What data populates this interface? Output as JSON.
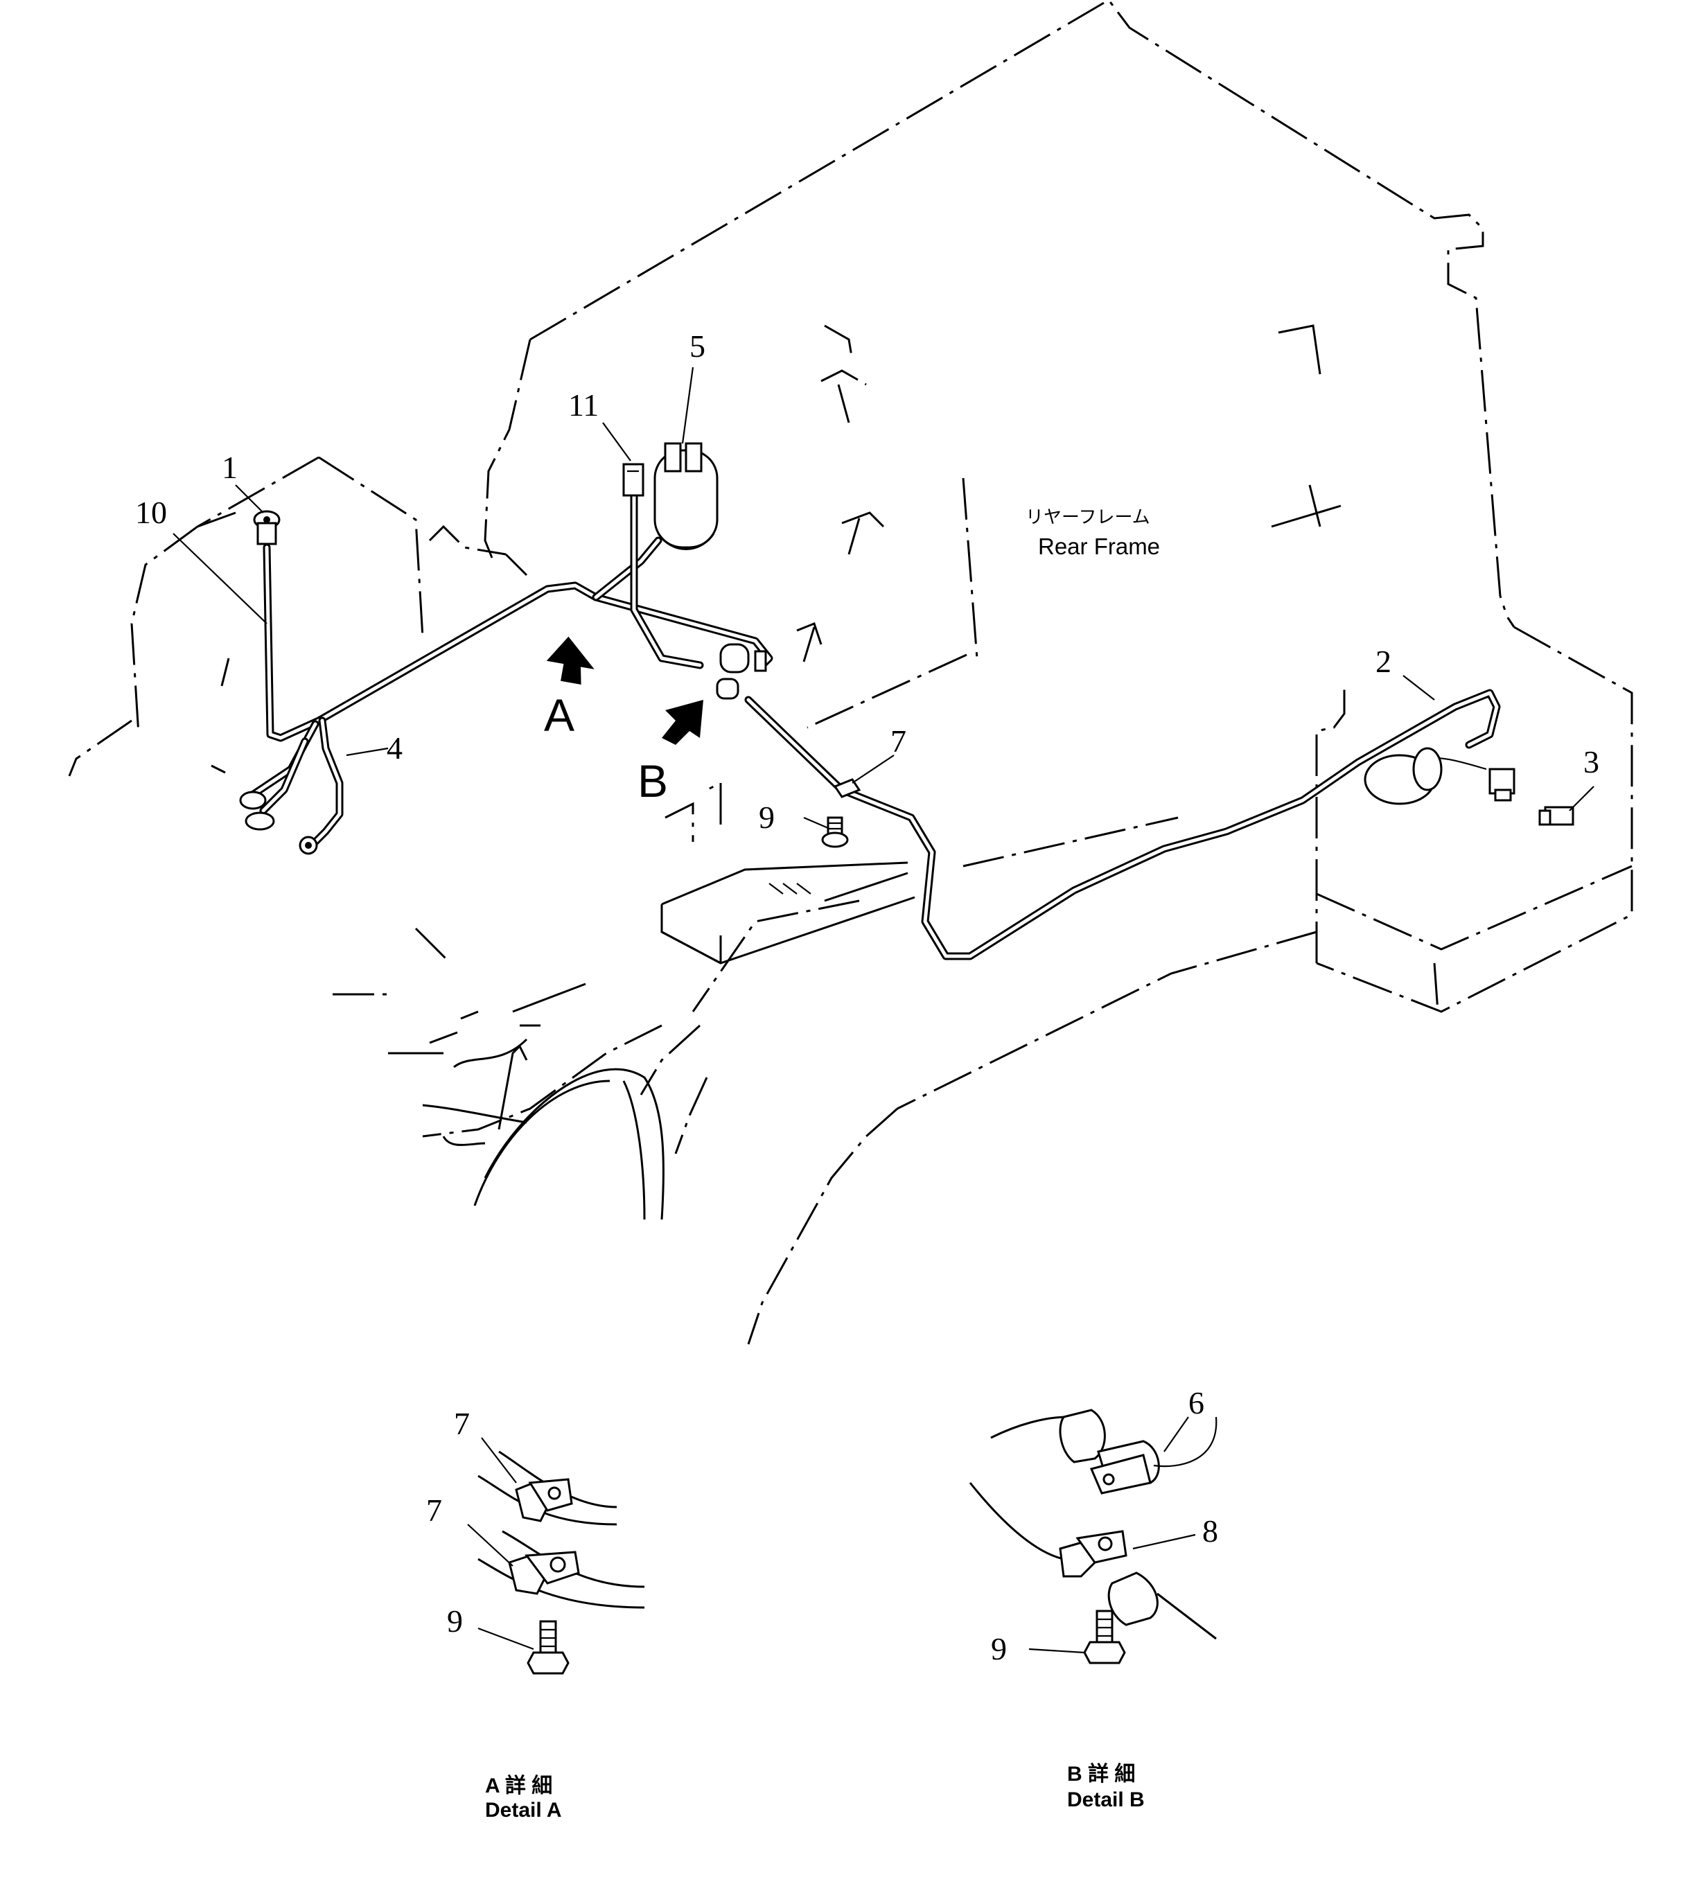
{
  "frame_label": {
    "japanese": "リヤーフレーム",
    "english": "Rear Frame"
  },
  "callouts": [
    "1",
    "2",
    "3",
    "4",
    "5",
    "7",
    "9",
    "10",
    "11"
  ],
  "view_arrows": {
    "a": "A",
    "b": "B"
  },
  "detail_a": {
    "callouts": [
      "7",
      "7",
      "9"
    ],
    "caption_jp": "A 詳 細",
    "caption_en": "Detail A"
  },
  "detail_b": {
    "callouts": [
      "6",
      "8",
      "9"
    ],
    "caption_jp": "B 詳 細",
    "caption_en": "Detail B"
  }
}
